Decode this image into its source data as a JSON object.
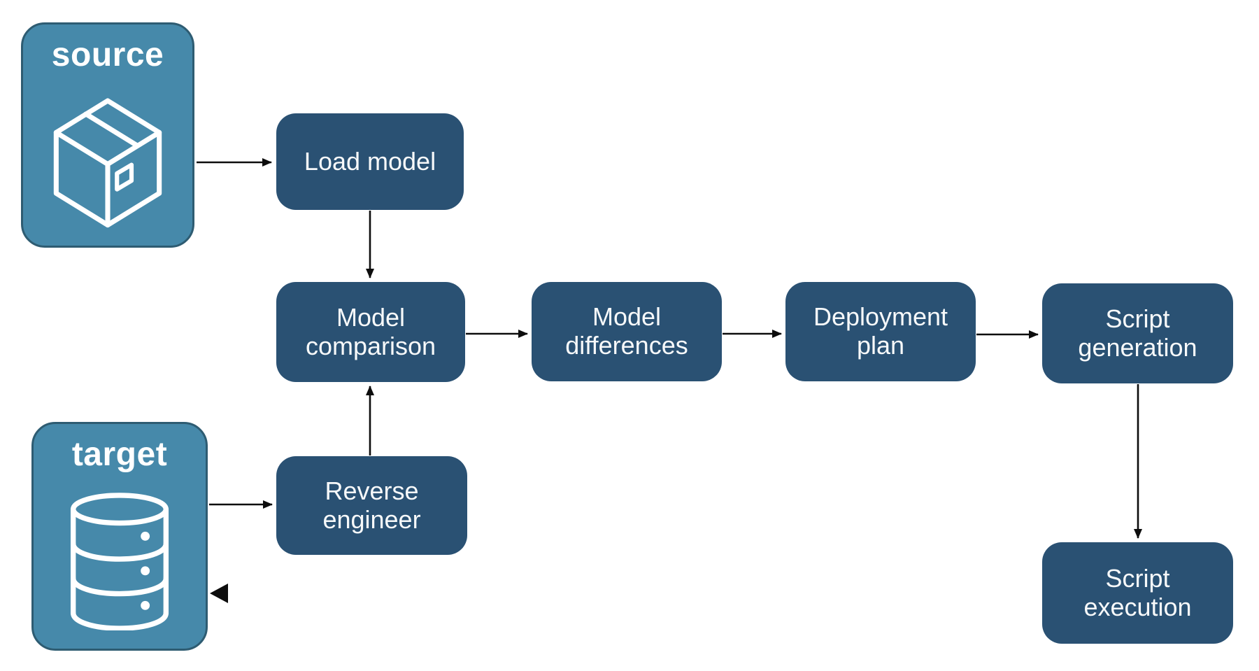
{
  "diagram": {
    "entities": {
      "source": {
        "label": "source",
        "icon": "package-icon"
      },
      "target": {
        "label": "target",
        "icon": "database-icon"
      }
    },
    "steps": {
      "load_model": {
        "label": "Load model"
      },
      "model_comparison": {
        "label": "Model comparison"
      },
      "model_differences": {
        "label": "Model differences"
      },
      "deployment_plan": {
        "label": "Deployment plan"
      },
      "script_generation": {
        "label": "Script generation"
      },
      "reverse_engineer": {
        "label": "Reverse engineer"
      },
      "script_execution": {
        "label": "Script execution"
      }
    },
    "connections": [
      {
        "from": "source",
        "to": "load_model",
        "style": "solid"
      },
      {
        "from": "load_model",
        "to": "model_comparison",
        "style": "solid"
      },
      {
        "from": "target",
        "to": "reverse_engineer",
        "style": "solid"
      },
      {
        "from": "reverse_engineer",
        "to": "model_comparison",
        "style": "solid"
      },
      {
        "from": "model_comparison",
        "to": "model_differences",
        "style": "solid"
      },
      {
        "from": "model_differences",
        "to": "deployment_plan",
        "style": "solid"
      },
      {
        "from": "deployment_plan",
        "to": "script_generation",
        "style": "solid"
      },
      {
        "from": "script_generation",
        "to": "script_execution",
        "style": "solid"
      },
      {
        "from": "script_execution",
        "to": "target",
        "style": "dashed"
      }
    ],
    "colors": {
      "step_fill": "#2A5173",
      "entity_fill": "#4689AA",
      "entity_border": "#2E5C72",
      "arrow": "#0D0D0D",
      "text": "#FFFFFF",
      "background": "#FFFFFF"
    }
  }
}
